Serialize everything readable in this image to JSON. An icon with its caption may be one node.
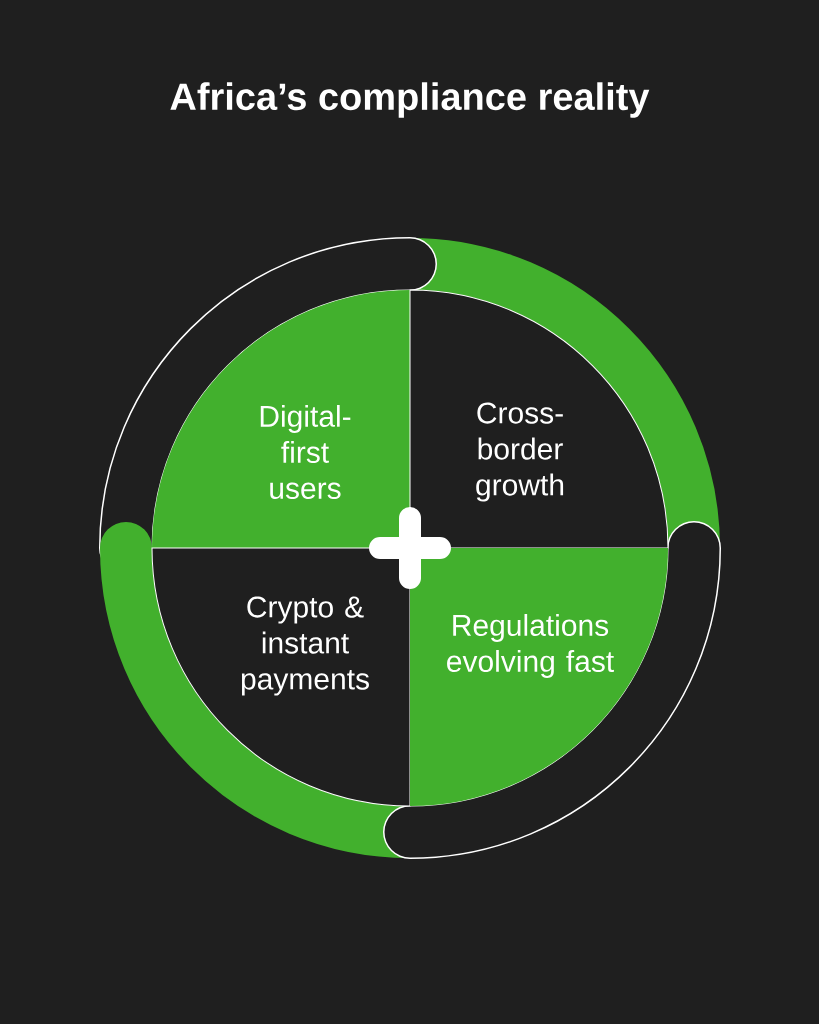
{
  "diagram": {
    "title": "Africa’s compliance reality",
    "nodes": [
      {
        "text": [
          "Digital-first users"
        ]
      },
      {
        "text": [
          "Cross-border growth"
        ]
      },
      {
        "text": [
          "Crypto & instant payments"
        ]
      },
      {
        "text": [
          "Regulations evolving fast"
        ]
      }
    ]
  }
}
